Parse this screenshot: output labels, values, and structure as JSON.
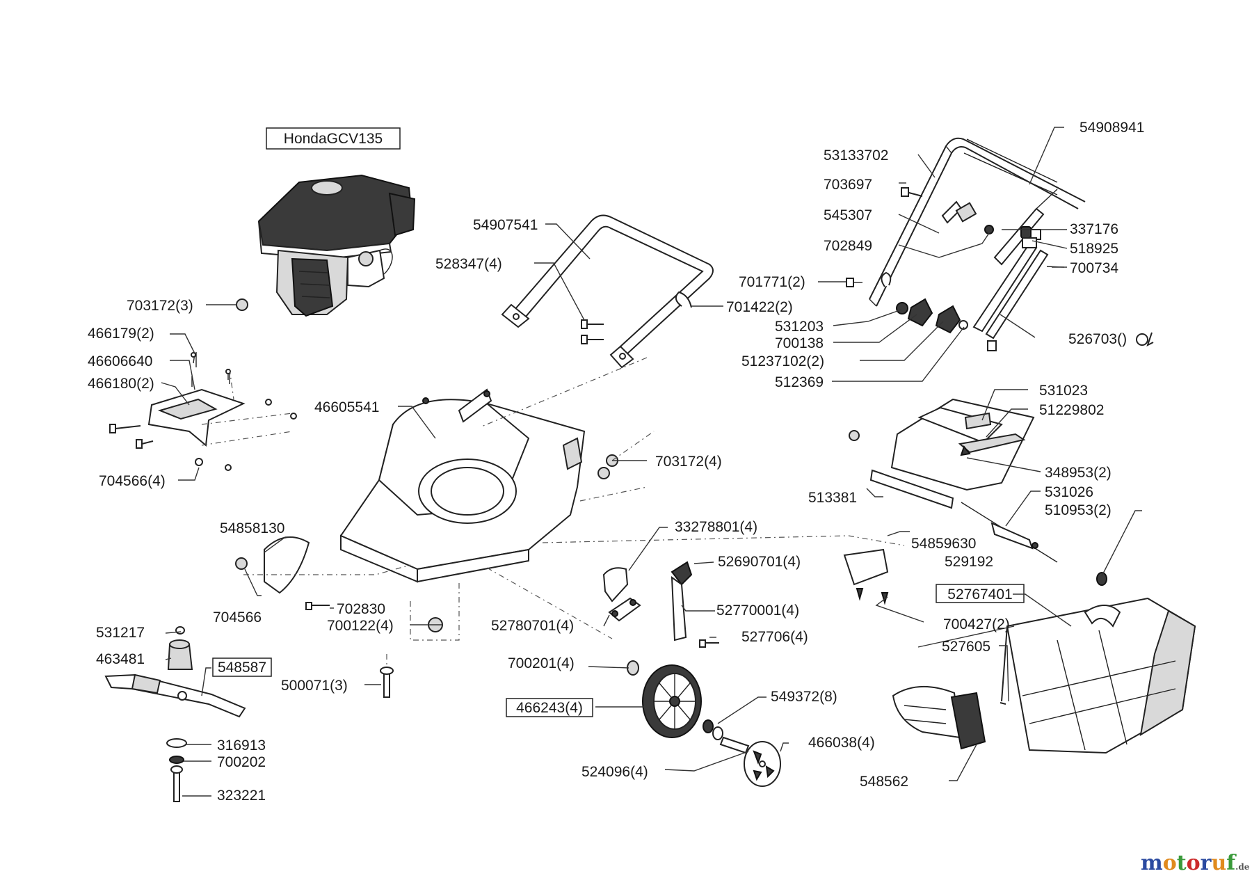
{
  "diagram": {
    "labels": {
      "engine": "HondaGCV135",
      "l_54908941": "54908941",
      "l_53133702": "53133702",
      "l_703697": "703697",
      "l_545307": "545307",
      "l_702849": "702849",
      "l_337176": "337176",
      "l_518925": "518925",
      "l_700734": "700734",
      "l_701771": "701771(2)",
      "l_701422": "701422(2)",
      "l_531203": "531203",
      "l_700138": "700138",
      "l_51237102": "51237102(2)",
      "l_512369": "512369",
      "l_526703": "526703()",
      "l_54907541": "54907541",
      "l_528347": "528347(4)",
      "l_703172_3": "703172(3)",
      "l_466179": "466179(2)",
      "l_46606640": "46606640",
      "l_466180": "466180(2)",
      "l_704566_4": "704566(4)",
      "l_46605541": "46605541",
      "l_703172_4": "703172(4)",
      "l_531023": "531023",
      "l_51229802": "51229802",
      "l_348953": "348953(2)",
      "l_513381": "513381",
      "l_531026": "531026",
      "l_510953": "510953(2)",
      "l_54858130": "54858130",
      "l_704566": "704566",
      "l_702830": "702830",
      "l_700122": "700122(4)",
      "l_33278801": "33278801(4)",
      "l_52690701": "52690701(4)",
      "l_52780701": "52780701(4)",
      "l_52770001": "52770001(4)",
      "l_527706": "527706(4)",
      "l_54859630": "54859630",
      "l_529192": "529192",
      "l_52767401": "52767401",
      "l_700427": "700427(2)",
      "l_527605": "527605",
      "l_531217": "531217",
      "l_463481": "463481",
      "l_548587": "548587",
      "l_316913": "316913",
      "l_700202": "700202",
      "l_323221": "323221",
      "l_500071": "500071(3)",
      "l_700201": "700201(4)",
      "l_466243": "466243(4)",
      "l_549372": "549372(8)",
      "l_466038": "466038(4)",
      "l_524096": "524096(4)",
      "l_548562": "548562"
    },
    "watermark": {
      "m": "m",
      "o1": "o",
      "t": "t",
      "o2": "o",
      "r": "r",
      "u": "u",
      "f": "f",
      "de": ".de"
    },
    "colors": {
      "ink": "#1a1a1a",
      "engine_body": "#6b6b6b",
      "catcher_shade": "#bdbdbd",
      "logo_blue": "#2b4aa0",
      "logo_orange": "#e08a1e",
      "logo_green": "#3a9a3a",
      "logo_red": "#cc2a2a"
    }
  }
}
